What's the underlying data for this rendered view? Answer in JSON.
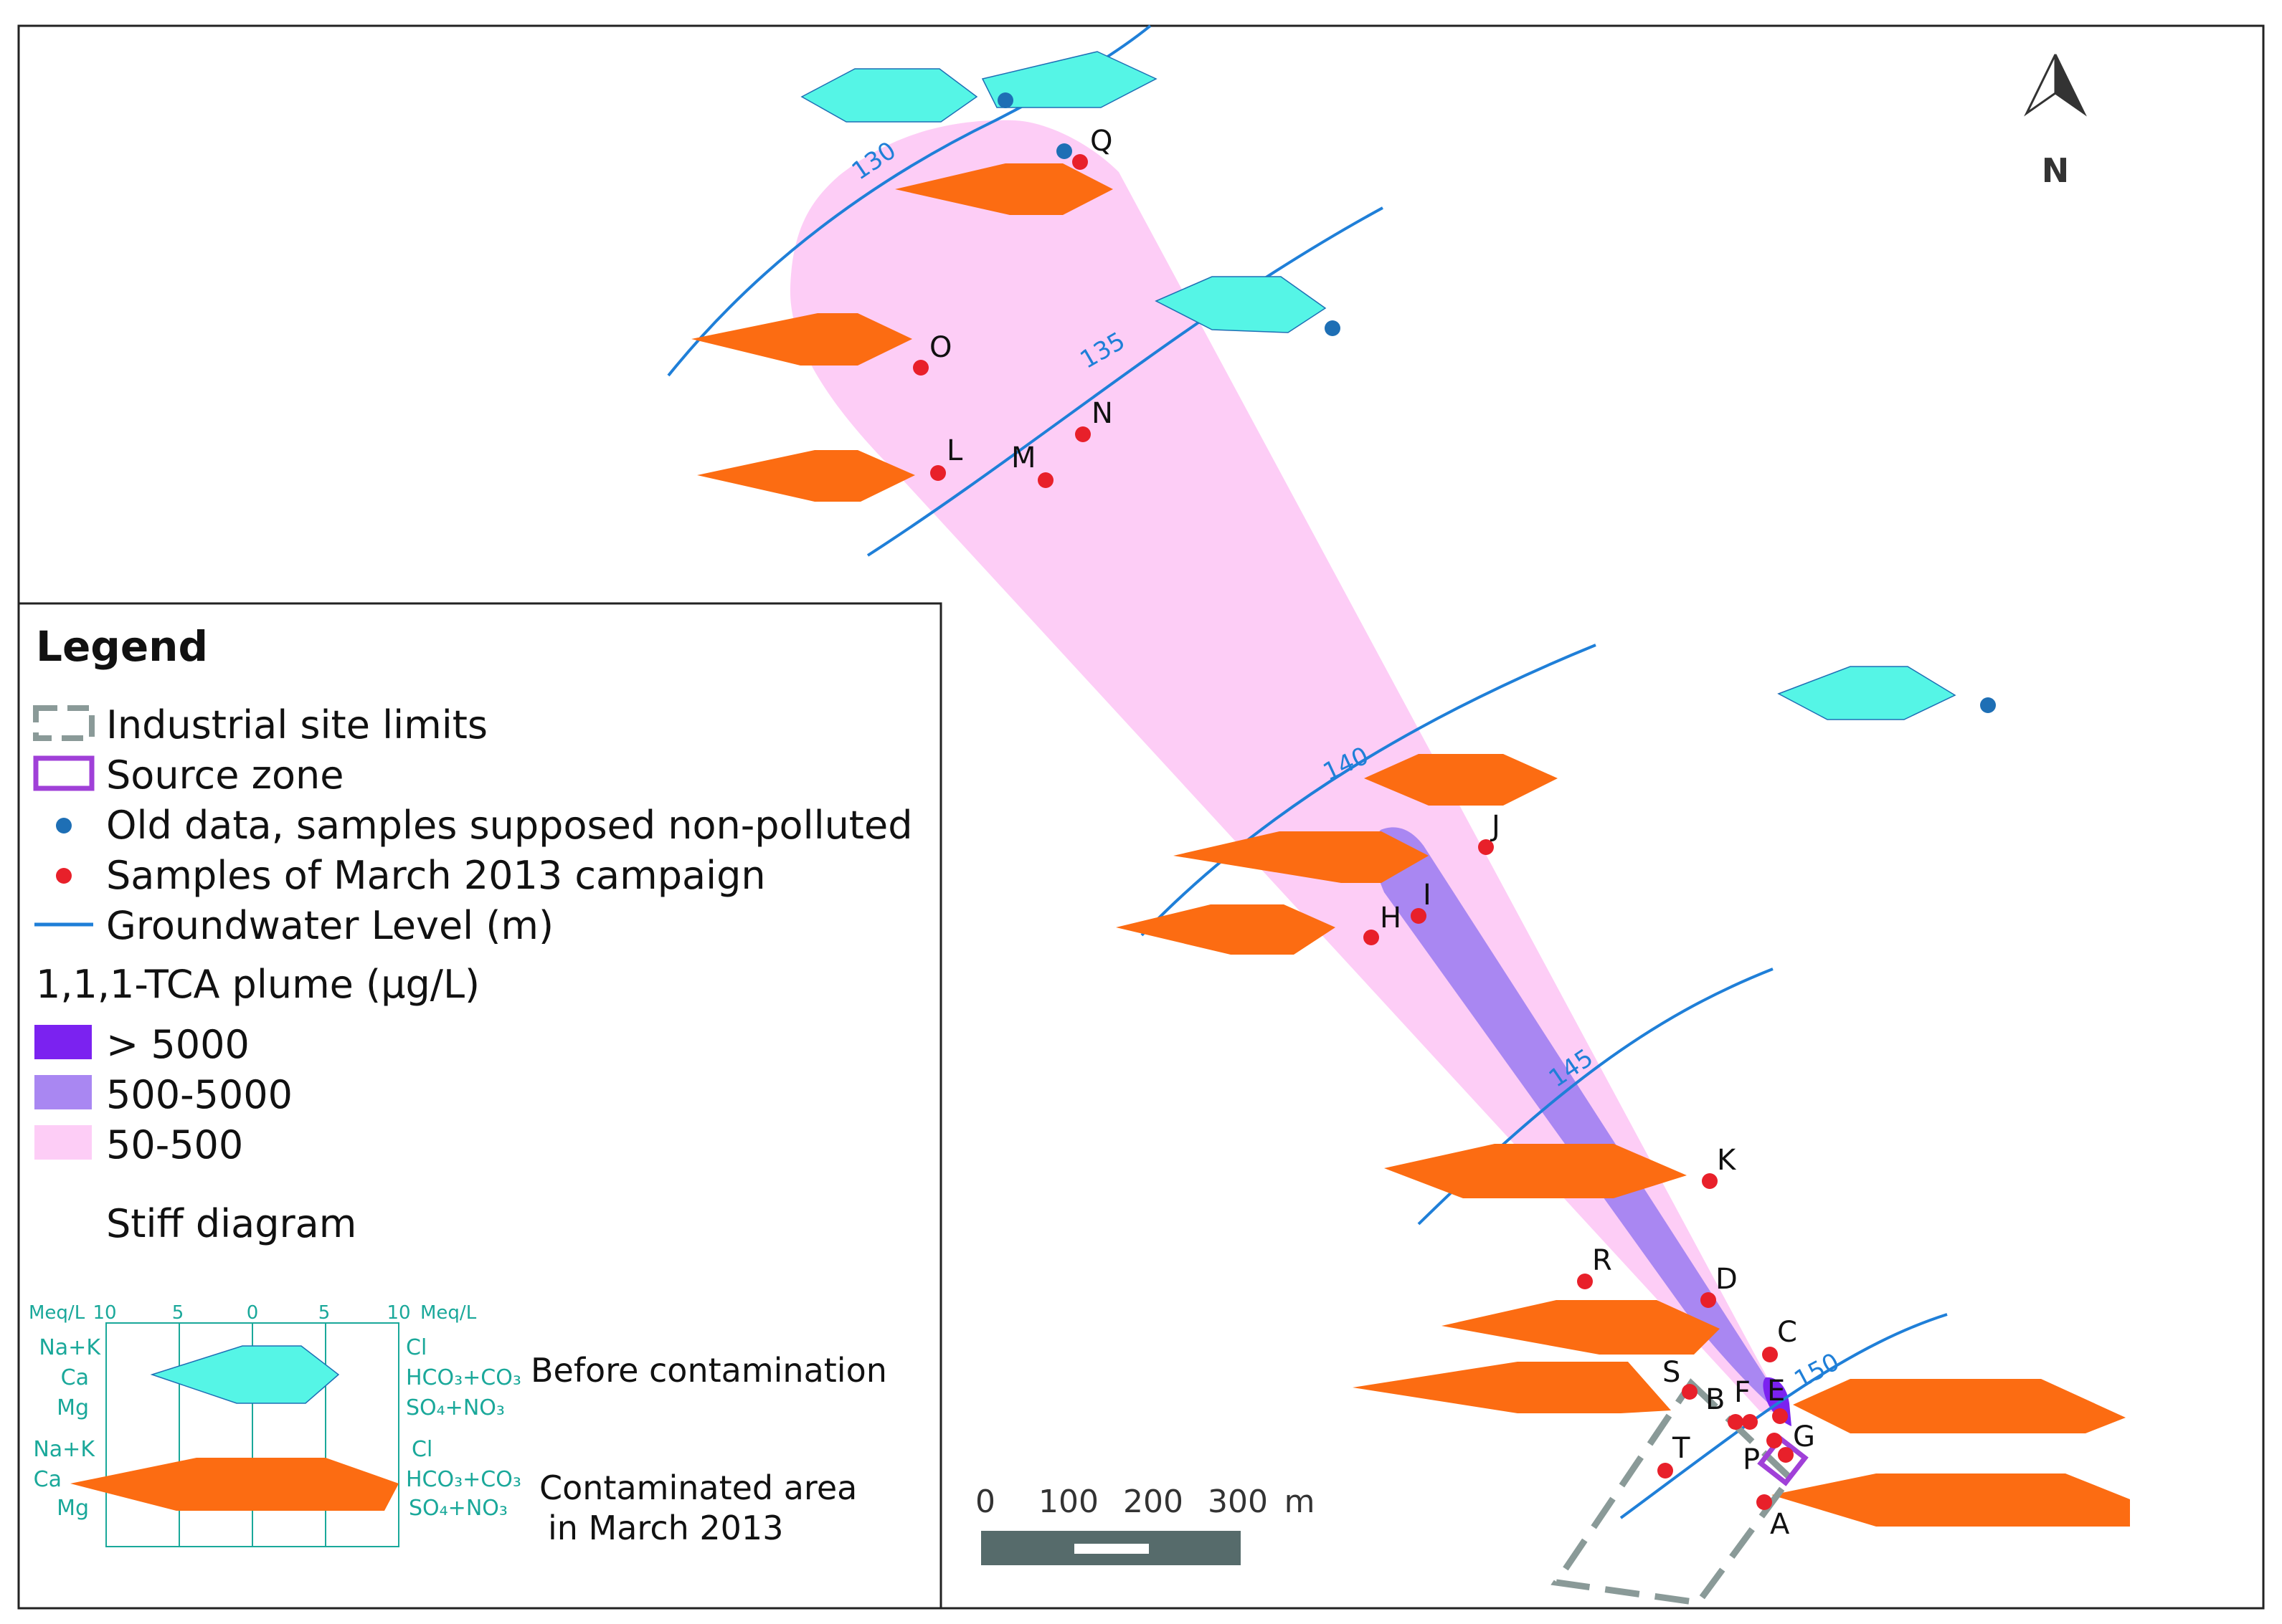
{
  "colors": {
    "plume_high": "#7b22f0",
    "plume_mid": "#a987f2",
    "plume_low": "#fdcdf6",
    "old_data": "#1e6fb5",
    "samples": "#e8202a",
    "groundwater": "#1f7fd8",
    "stiff_before": "#55f5e6",
    "stiff_contaminated": "#fc6c12",
    "site_limits": "#8a9a98",
    "source_zone": "#a040d8"
  },
  "contours": [
    "130",
    "135",
    "140",
    "145",
    "150"
  ],
  "samples": [
    "Q",
    "O",
    "N",
    "L",
    "M",
    "J",
    "I",
    "H",
    "K",
    "R",
    "D",
    "C",
    "S",
    "B",
    "F",
    "E",
    "G",
    "T",
    "P",
    "A"
  ],
  "north": {
    "label": "N",
    "icon": "north-arrow-icon"
  },
  "scale": {
    "ticks": [
      "0",
      "100",
      "200",
      "300"
    ],
    "unit": "m"
  },
  "legend": {
    "title": "Legend",
    "site_limits": "Industrial site limits",
    "source_zone": "Source zone",
    "old_data": "Old data, samples supposed non-polluted",
    "samples_2013": "Samples of March 2013 campaign",
    "groundwater": "Groundwater Level (m)",
    "plume_title": "1,1,1-TCA plume (µg/L)",
    "plume_classes": [
      "> 5000",
      "500-5000",
      "50-500"
    ],
    "stiff_title": "Stiff diagram",
    "stiff": {
      "unit_left": "Meq/L",
      "unit_right": "Meq/L",
      "ticks": [
        "10",
        "5",
        "0",
        "5",
        "10"
      ],
      "before": {
        "left": [
          "Na+K",
          "Ca",
          "Mg"
        ],
        "right": [
          "Cl",
          "HCO₃+CO₃",
          "SO₄+NO₃"
        ],
        "label": "Before contamination"
      },
      "after": {
        "left": [
          "Na+K",
          "Ca",
          "Mg"
        ],
        "right": [
          "Cl",
          "HCO₃+CO₃",
          "SO₄+NO₃"
        ],
        "label_1": "Contaminated area",
        "label_2": "in March 2013"
      }
    }
  }
}
